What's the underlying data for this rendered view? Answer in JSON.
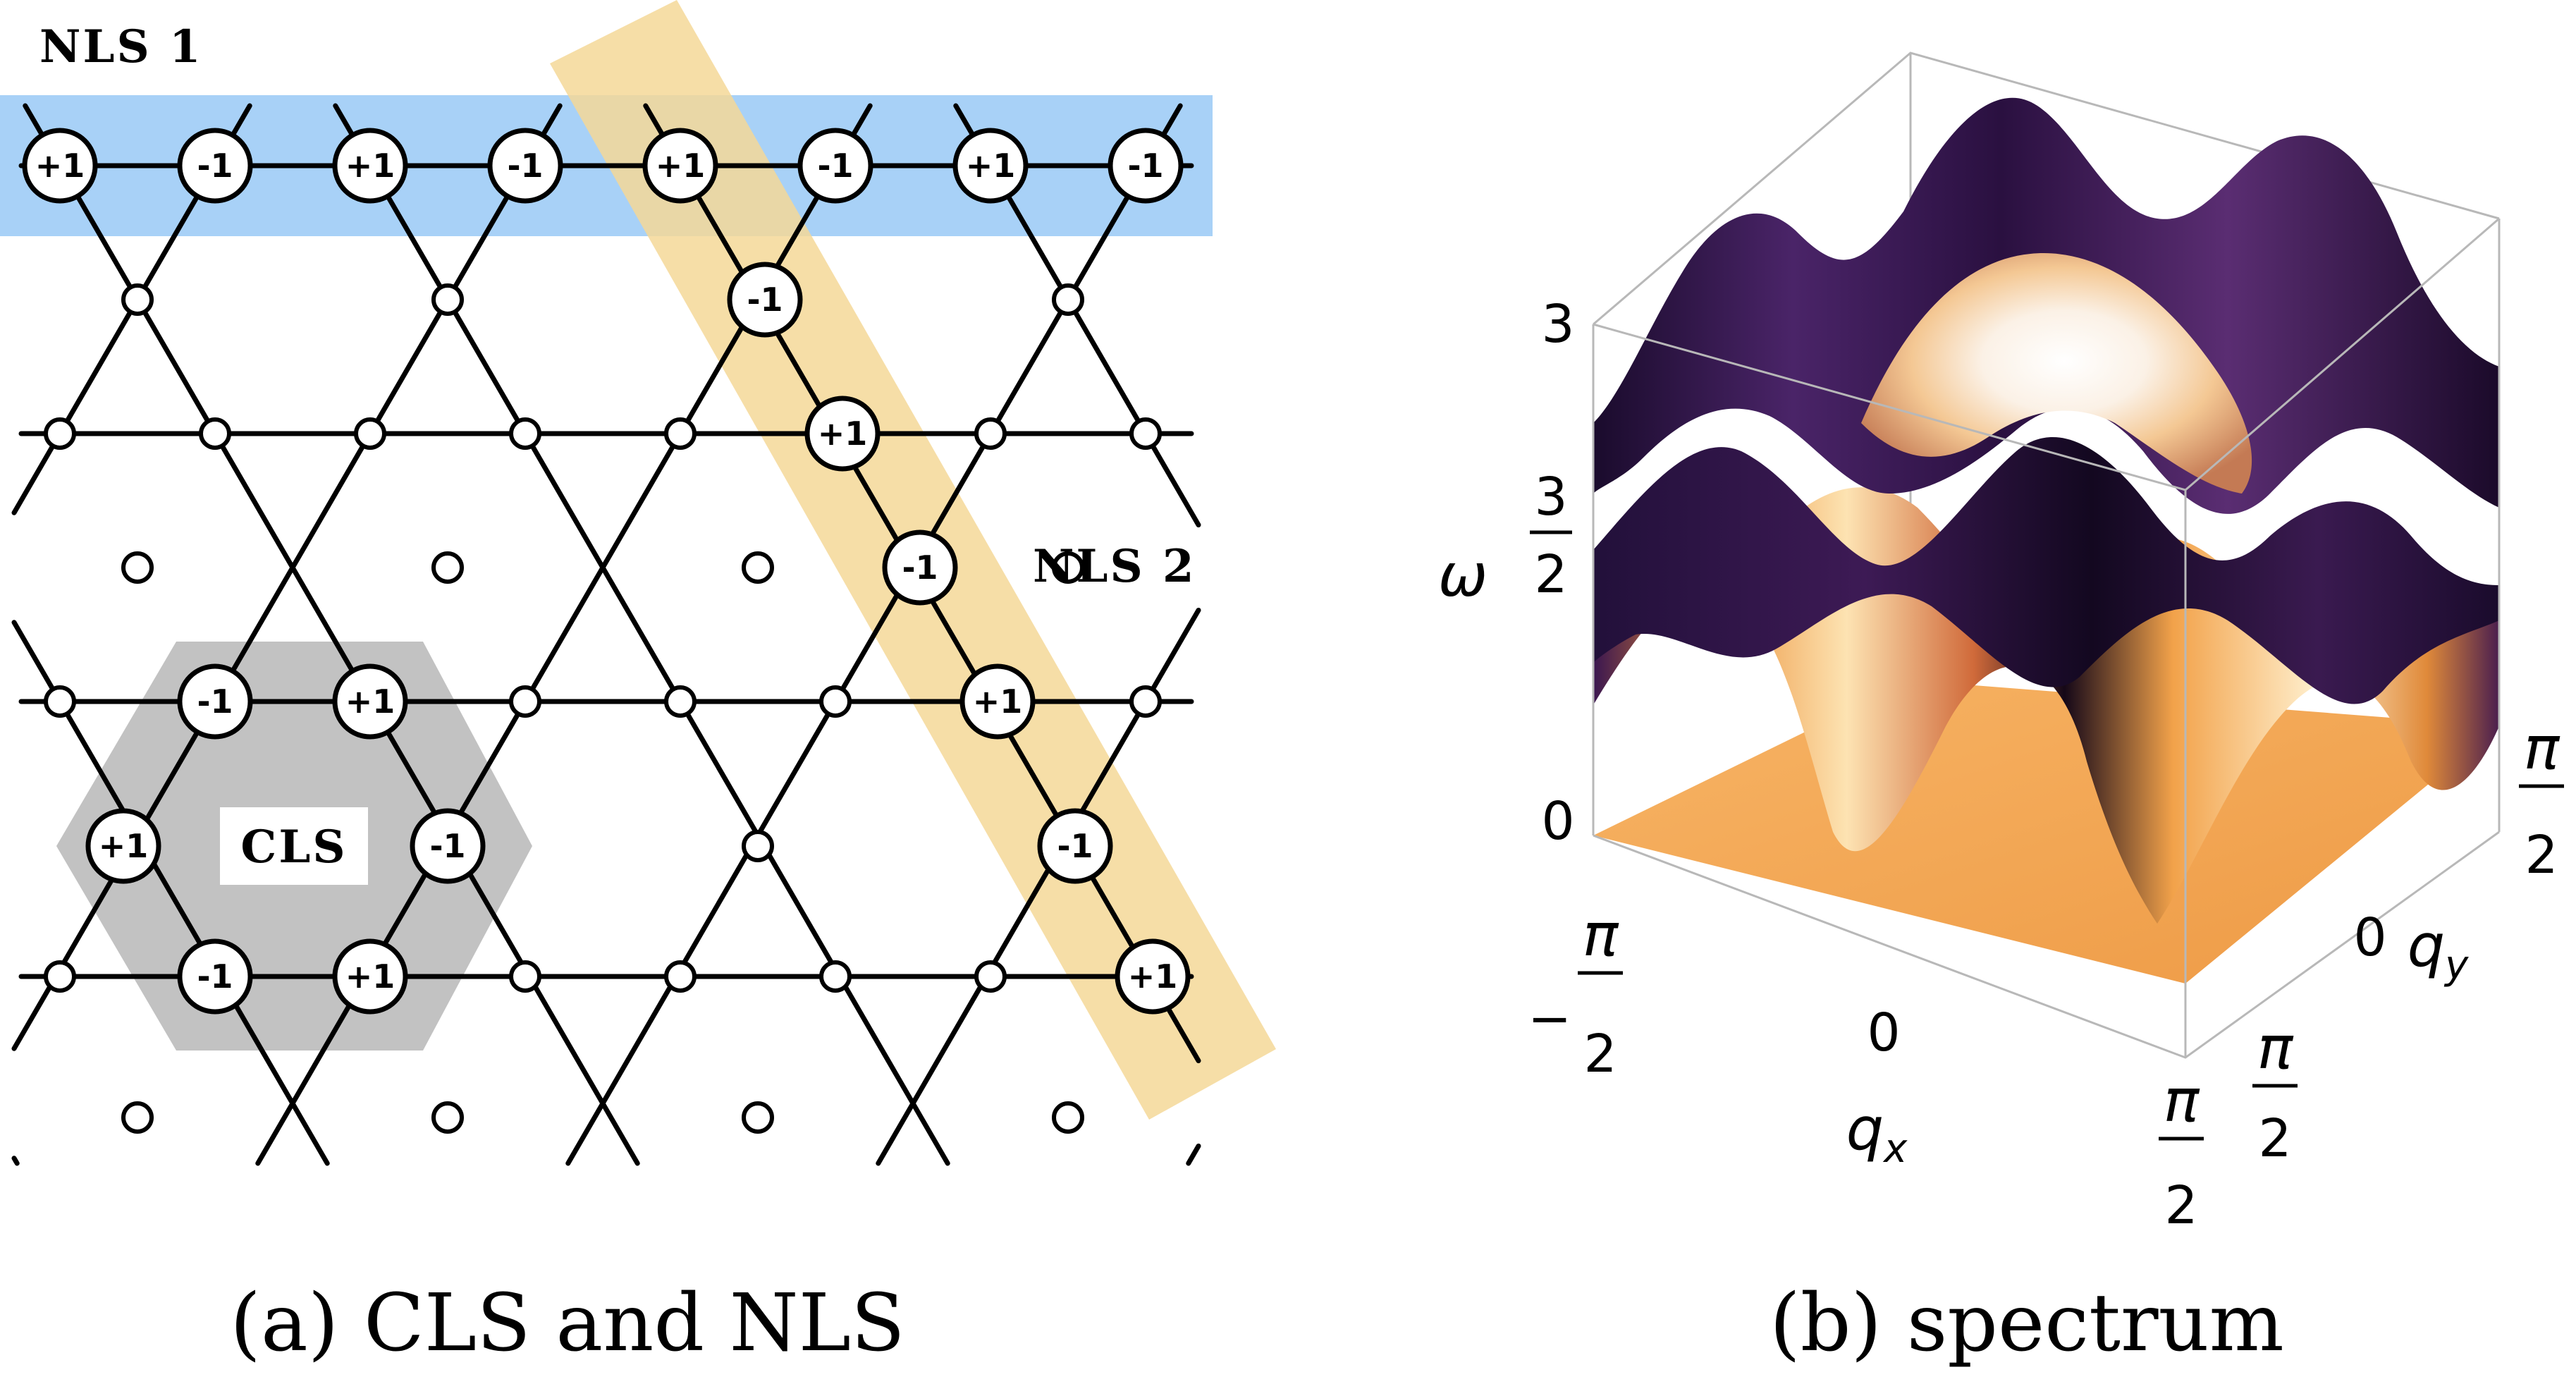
{
  "panel_a": {
    "caption": "(a) CLS and NLS",
    "labels": {
      "nls1": "NLS 1",
      "nls2": "NLS 2",
      "cls": "CLS"
    },
    "colors": {
      "nls1_band": "#a8d1f7",
      "nls2_band": "#f5d898",
      "cls_hexagon": "#c2c2c2"
    },
    "nls1_tags": [
      "+1",
      "-1",
      "+1",
      "-1",
      "+1",
      "-1",
      "+1",
      "-1"
    ],
    "nls2_tags": [
      "-1",
      "+1",
      "-1",
      "+1",
      "-1",
      "+1"
    ],
    "cls_tags": [
      "-1",
      "+1",
      "-1",
      "+1",
      "-1",
      "+1"
    ]
  },
  "panel_b": {
    "caption": "(b) spectrum",
    "omega_axis": {
      "symbol": "ω",
      "tick_0": "0",
      "tick_3half_num": "3",
      "tick_3half_den": "2",
      "tick_3": "3"
    },
    "qx_axis": {
      "symbol": "q",
      "subscript": "x",
      "tick_neg_sign": "−",
      "tick_neg_num": "π",
      "tick_neg_den": "2",
      "tick_0": "0",
      "tick_pos_num": "π",
      "tick_pos_den": "2"
    },
    "qy_axis": {
      "symbol": "q",
      "subscript": "y",
      "tick_low_num": "π",
      "tick_low_den": "2",
      "tick_0": "0",
      "tick_high_num": "π",
      "tick_high_den": "2"
    }
  }
}
